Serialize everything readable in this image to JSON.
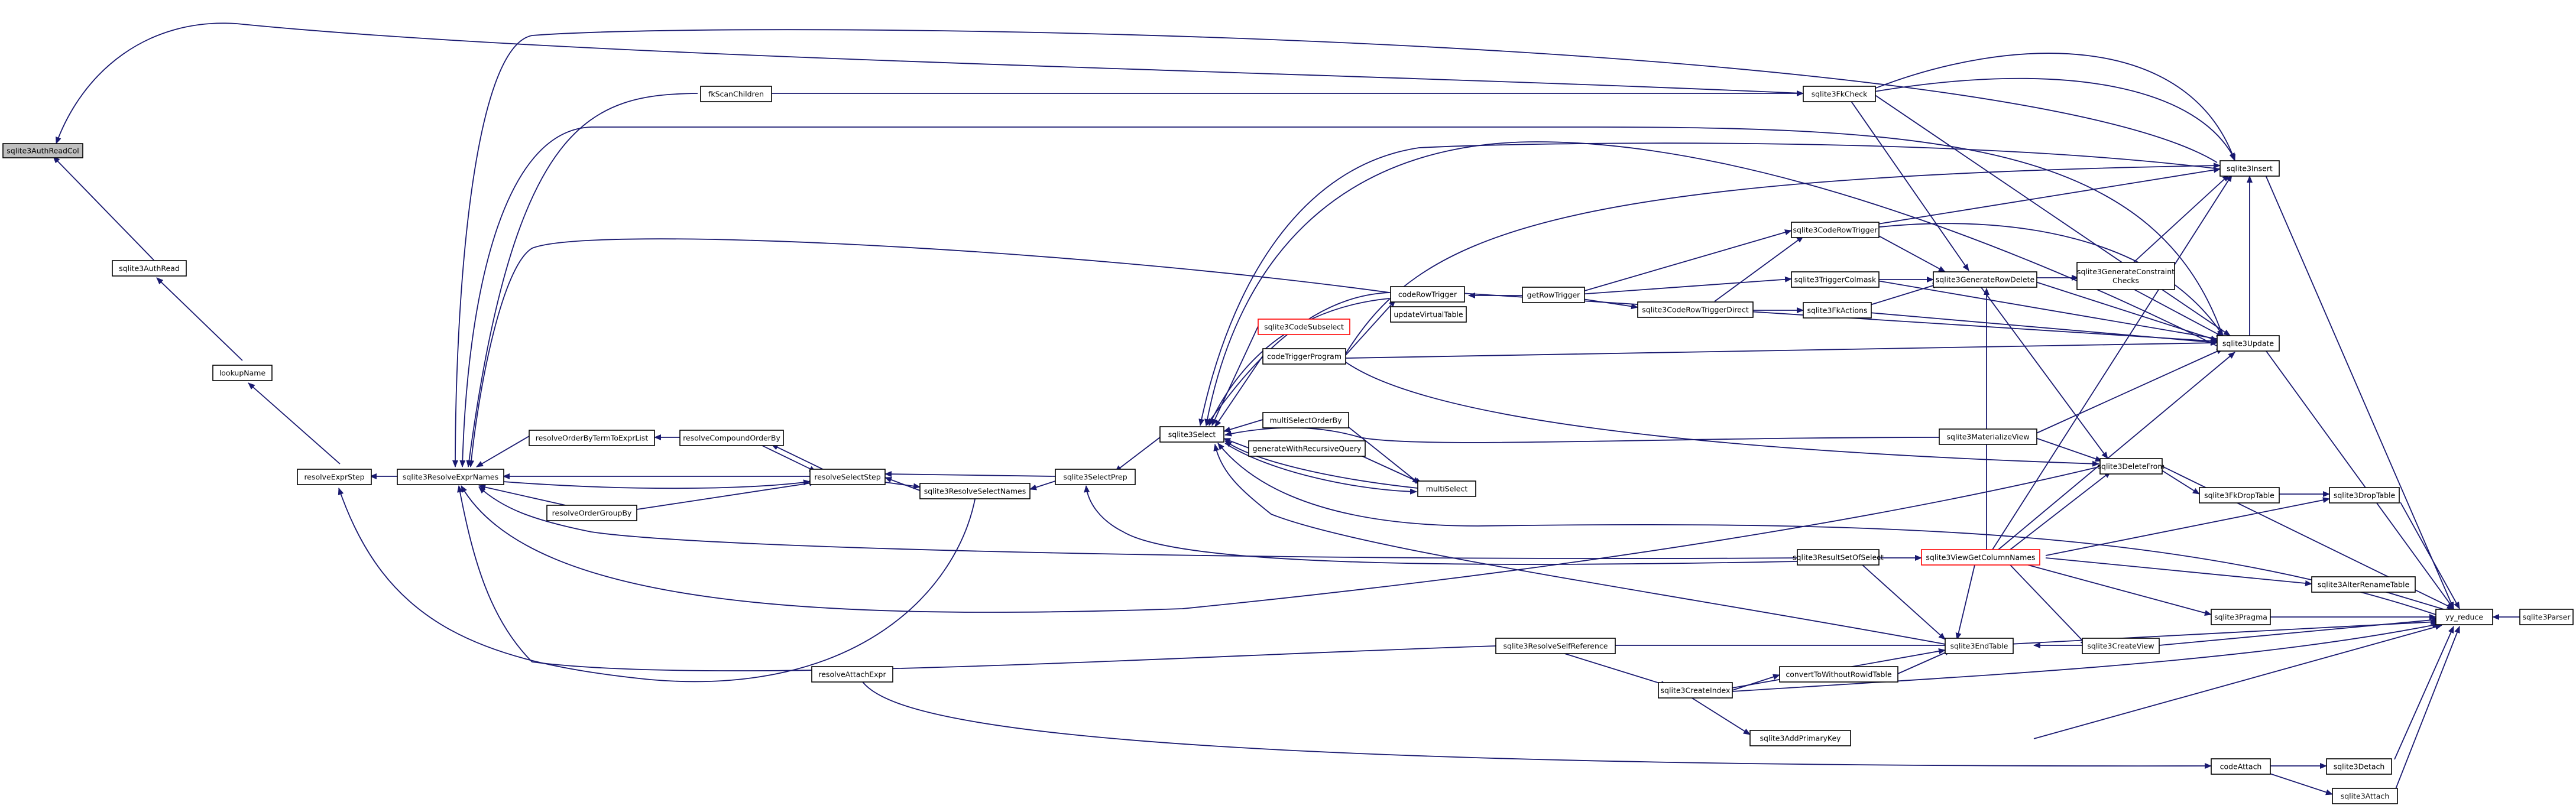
{
  "graph": {
    "title": "",
    "colors": {
      "edge": "#191970",
      "node_border": "#000000",
      "highlight_border": "#ff0000",
      "focus_fill": "#bfbfbf",
      "background": "#ffffff"
    },
    "nodes": [
      {
        "id": "n_authReadCol",
        "lines": [
          "sqlite3AuthReadCol"
        ],
        "focus": true
      },
      {
        "id": "n_authRead",
        "lines": [
          "sqlite3AuthRead"
        ]
      },
      {
        "id": "n_lookupName",
        "lines": [
          "lookupName"
        ]
      },
      {
        "id": "n_resolveExprStep",
        "lines": [
          "resolveExprStep"
        ]
      },
      {
        "id": "n_resolveExprNames",
        "lines": [
          "sqlite3ResolveExprNames"
        ]
      },
      {
        "id": "n_fkScanChildren",
        "lines": [
          "fkScanChildren"
        ]
      },
      {
        "id": "n_resolveOrderByTerm",
        "lines": [
          "resolveOrderByTermToExprList"
        ]
      },
      {
        "id": "n_resolveCompound",
        "lines": [
          "resolveCompoundOrderBy"
        ]
      },
      {
        "id": "n_resolveOrderGroupBy",
        "lines": [
          "resolveOrderGroupBy"
        ]
      },
      {
        "id": "n_resolveSelectStep",
        "lines": [
          "resolveSelectStep"
        ]
      },
      {
        "id": "n_resolveSelectNames",
        "lines": [
          "sqlite3ResolveSelectNames"
        ]
      },
      {
        "id": "n_resolveAttachExpr",
        "lines": [
          "resolveAttachExpr"
        ]
      },
      {
        "id": "n_selectPrep",
        "lines": [
          "sqlite3SelectPrep"
        ]
      },
      {
        "id": "n_select",
        "lines": [
          "sqlite3Select"
        ]
      },
      {
        "id": "n_codeSubselect",
        "lines": [
          "sqlite3CodeSubselect"
        ],
        "highlight": true
      },
      {
        "id": "n_codeTriggerProgram",
        "lines": [
          "codeTriggerProgram"
        ]
      },
      {
        "id": "n_multiSelectOrderBy",
        "lines": [
          "multiSelectOrderBy"
        ]
      },
      {
        "id": "n_generateWithRecursive",
        "lines": [
          "generateWithRecursiveQuery"
        ]
      },
      {
        "id": "n_multiSelect",
        "lines": [
          "multiSelect"
        ]
      },
      {
        "id": "n_codeRowTrigger",
        "lines": [
          "codeRowTrigger"
        ]
      },
      {
        "id": "n_updateVirtualTable",
        "lines": [
          "updateVirtualTable"
        ]
      },
      {
        "id": "n_getRowTrigger",
        "lines": [
          "getRowTrigger"
        ]
      },
      {
        "id": "n_codeRowTrigger3",
        "lines": [
          "sqlite3CodeRowTrigger"
        ]
      },
      {
        "id": "n_codeRowTriggerDirect",
        "lines": [
          "sqlite3CodeRowTriggerDirect"
        ]
      },
      {
        "id": "n_triggerColmask",
        "lines": [
          "sqlite3TriggerColmask"
        ]
      },
      {
        "id": "n_fkActions",
        "lines": [
          "sqlite3FkActions"
        ]
      },
      {
        "id": "n_generateRowDelete",
        "lines": [
          "sqlite3GenerateRowDelete"
        ]
      },
      {
        "id": "n_generateConstraint",
        "lines": [
          "sqlite3GenerateConstraint",
          "Checks"
        ]
      },
      {
        "id": "n_fkCheck",
        "lines": [
          "sqlite3FkCheck"
        ]
      },
      {
        "id": "n_insert",
        "lines": [
          "sqlite3Insert"
        ]
      },
      {
        "id": "n_update",
        "lines": [
          "sqlite3Update"
        ]
      },
      {
        "id": "n_materializeView",
        "lines": [
          "sqlite3MaterializeView"
        ]
      },
      {
        "id": "n_deleteFrom",
        "lines": [
          "sqlite3DeleteFrom"
        ]
      },
      {
        "id": "n_fkDropTable",
        "lines": [
          "sqlite3FkDropTable"
        ]
      },
      {
        "id": "n_dropTable",
        "lines": [
          "sqlite3DropTable"
        ]
      },
      {
        "id": "n_resultSetOfSelect",
        "lines": [
          "sqlite3ResultSetOfSelect"
        ]
      },
      {
        "id": "n_viewGetColumnNames",
        "lines": [
          "sqlite3ViewGetColumnNames"
        ],
        "highlight": true
      },
      {
        "id": "n_alterRenameTable",
        "lines": [
          "sqlite3AlterRenameTable"
        ]
      },
      {
        "id": "n_pragma",
        "lines": [
          "sqlite3Pragma"
        ]
      },
      {
        "id": "n_yyReduce",
        "lines": [
          "yy_reduce"
        ]
      },
      {
        "id": "n_parser",
        "lines": [
          "sqlite3Parser"
        ]
      },
      {
        "id": "n_createView",
        "lines": [
          "sqlite3CreateView"
        ]
      },
      {
        "id": "n_endTable",
        "lines": [
          "sqlite3EndTable"
        ]
      },
      {
        "id": "n_resolveSelfReference",
        "lines": [
          "sqlite3ResolveSelfReference"
        ]
      },
      {
        "id": "n_convertToWithoutRowid",
        "lines": [
          "convertToWithoutRowidTable"
        ]
      },
      {
        "id": "n_createIndex",
        "lines": [
          "sqlite3CreateIndex"
        ]
      },
      {
        "id": "n_addPrimaryKey",
        "lines": [
          "sqlite3AddPrimaryKey"
        ]
      },
      {
        "id": "n_codeAttach",
        "lines": [
          "codeAttach"
        ]
      },
      {
        "id": "n_detach",
        "lines": [
          "sqlite3Detach"
        ]
      },
      {
        "id": "n_attach",
        "lines": [
          "sqlite3Attach"
        ]
      }
    ]
  }
}
